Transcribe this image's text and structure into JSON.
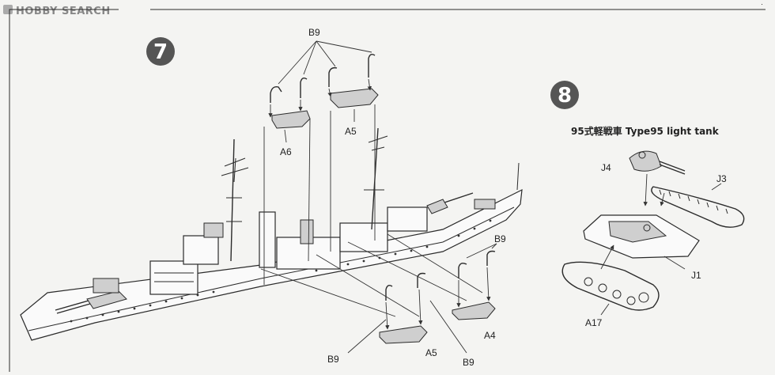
{
  "watermark": {
    "text": "HOBBY SEARCH",
    "icon": "hobby-search-logo-icon"
  },
  "steps": [
    {
      "number": "7"
    },
    {
      "number": "8",
      "title": "95式軽戦車 Type95 light tank"
    }
  ],
  "labels": {
    "b9_top": "B9",
    "a6": "A6",
    "a5_upper": "A5",
    "b9_right": "B9",
    "a4": "A4",
    "a5_lower": "A5",
    "b9_bottom_left": "B9",
    "b9_bottom_right": "B9",
    "j4": "J4",
    "j3": "J3",
    "j1": "J1",
    "a17": "A17"
  },
  "colors": {
    "step_badge": "#555555",
    "line_art": "#2b2b2b",
    "background": "#f4f4f2"
  }
}
